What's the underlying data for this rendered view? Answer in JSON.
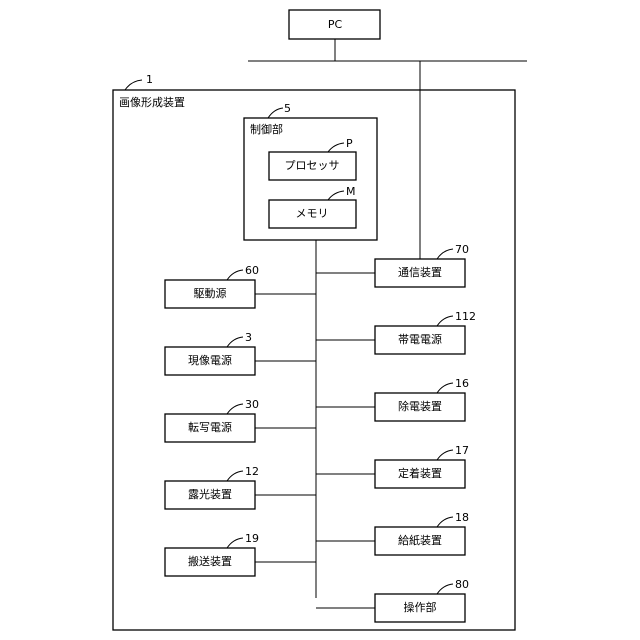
{
  "pc": {
    "label": "PC"
  },
  "apparatus": {
    "title": "画像形成装置",
    "ref": "1"
  },
  "controller": {
    "title": "制御部",
    "ref": "5",
    "processor": {
      "label": "プロセッサ",
      "ref": "P"
    },
    "memory": {
      "label": "メモリ",
      "ref": "M"
    }
  },
  "left_units": [
    {
      "label": "駆動源",
      "ref": "60"
    },
    {
      "label": "現像電源",
      "ref": "3"
    },
    {
      "label": "転写電源",
      "ref": "30"
    },
    {
      "label": "露光装置",
      "ref": "12"
    },
    {
      "label": "搬送装置",
      "ref": "19"
    }
  ],
  "right_units": [
    {
      "label": "通信装置",
      "ref": "70"
    },
    {
      "label": "帯電電源",
      "ref": "112"
    },
    {
      "label": "除電装置",
      "ref": "16"
    },
    {
      "label": "定着装置",
      "ref": "17"
    },
    {
      "label": "給紙装置",
      "ref": "18"
    },
    {
      "label": "操作部",
      "ref": "80"
    }
  ]
}
